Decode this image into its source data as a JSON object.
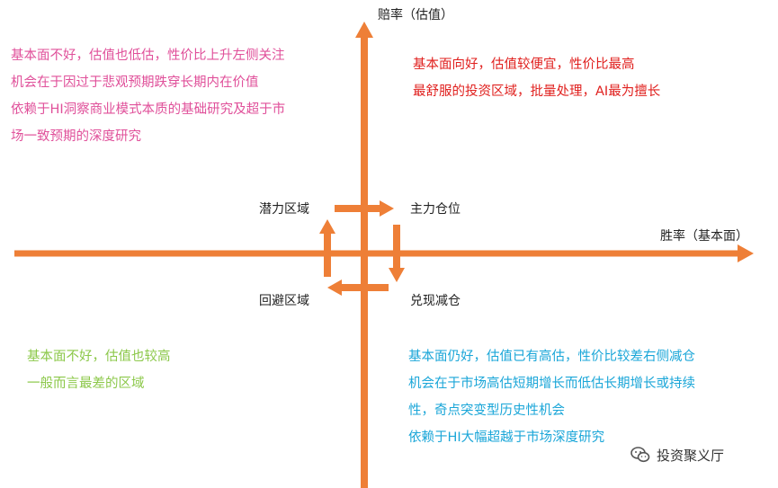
{
  "axes": {
    "y_label": "赔率（估值）",
    "x_label": "胜率（基本面）"
  },
  "center_labels": {
    "top_left": "潜力区域",
    "top_right": "主力仓位",
    "bottom_left": "回避区域",
    "bottom_right": "兑现减仓"
  },
  "quadrants": {
    "top_left": {
      "color": "#e0509a",
      "lines": [
        "基本面不好，估值也低估，性价比上升左侧关注",
        "机会在于因过于悲观预期跌穿长期内在价值",
        "依赖于HI洞察商业模式本质的基础研究及超于市",
        "场一致预期的深度研究"
      ]
    },
    "top_right": {
      "color": "#e0201e",
      "lines": [
        "基本面向好，估值较便宜，性价比最高",
        "最舒服的投资区域，批量处理，AI最为擅长"
      ]
    },
    "bottom_left": {
      "color": "#8cc84a",
      "lines": [
        "基本面不好，估值也较高",
        "一般而言最差的区域"
      ]
    },
    "bottom_right": {
      "color": "#1aa6d8",
      "lines": [
        "基本面仍好，估值已有高估，性价比较差右侧减仓",
        "机会在于市场高估短期增长而低估长期增长或持续",
        "性，奇点突变型历史性机会",
        "依赖于HI大幅超越于市场深度研究"
      ]
    }
  },
  "colors": {
    "arrow": "#ee7f37"
  },
  "watermark": {
    "text": "投资聚义厅",
    "icon": "wechat-icon"
  }
}
